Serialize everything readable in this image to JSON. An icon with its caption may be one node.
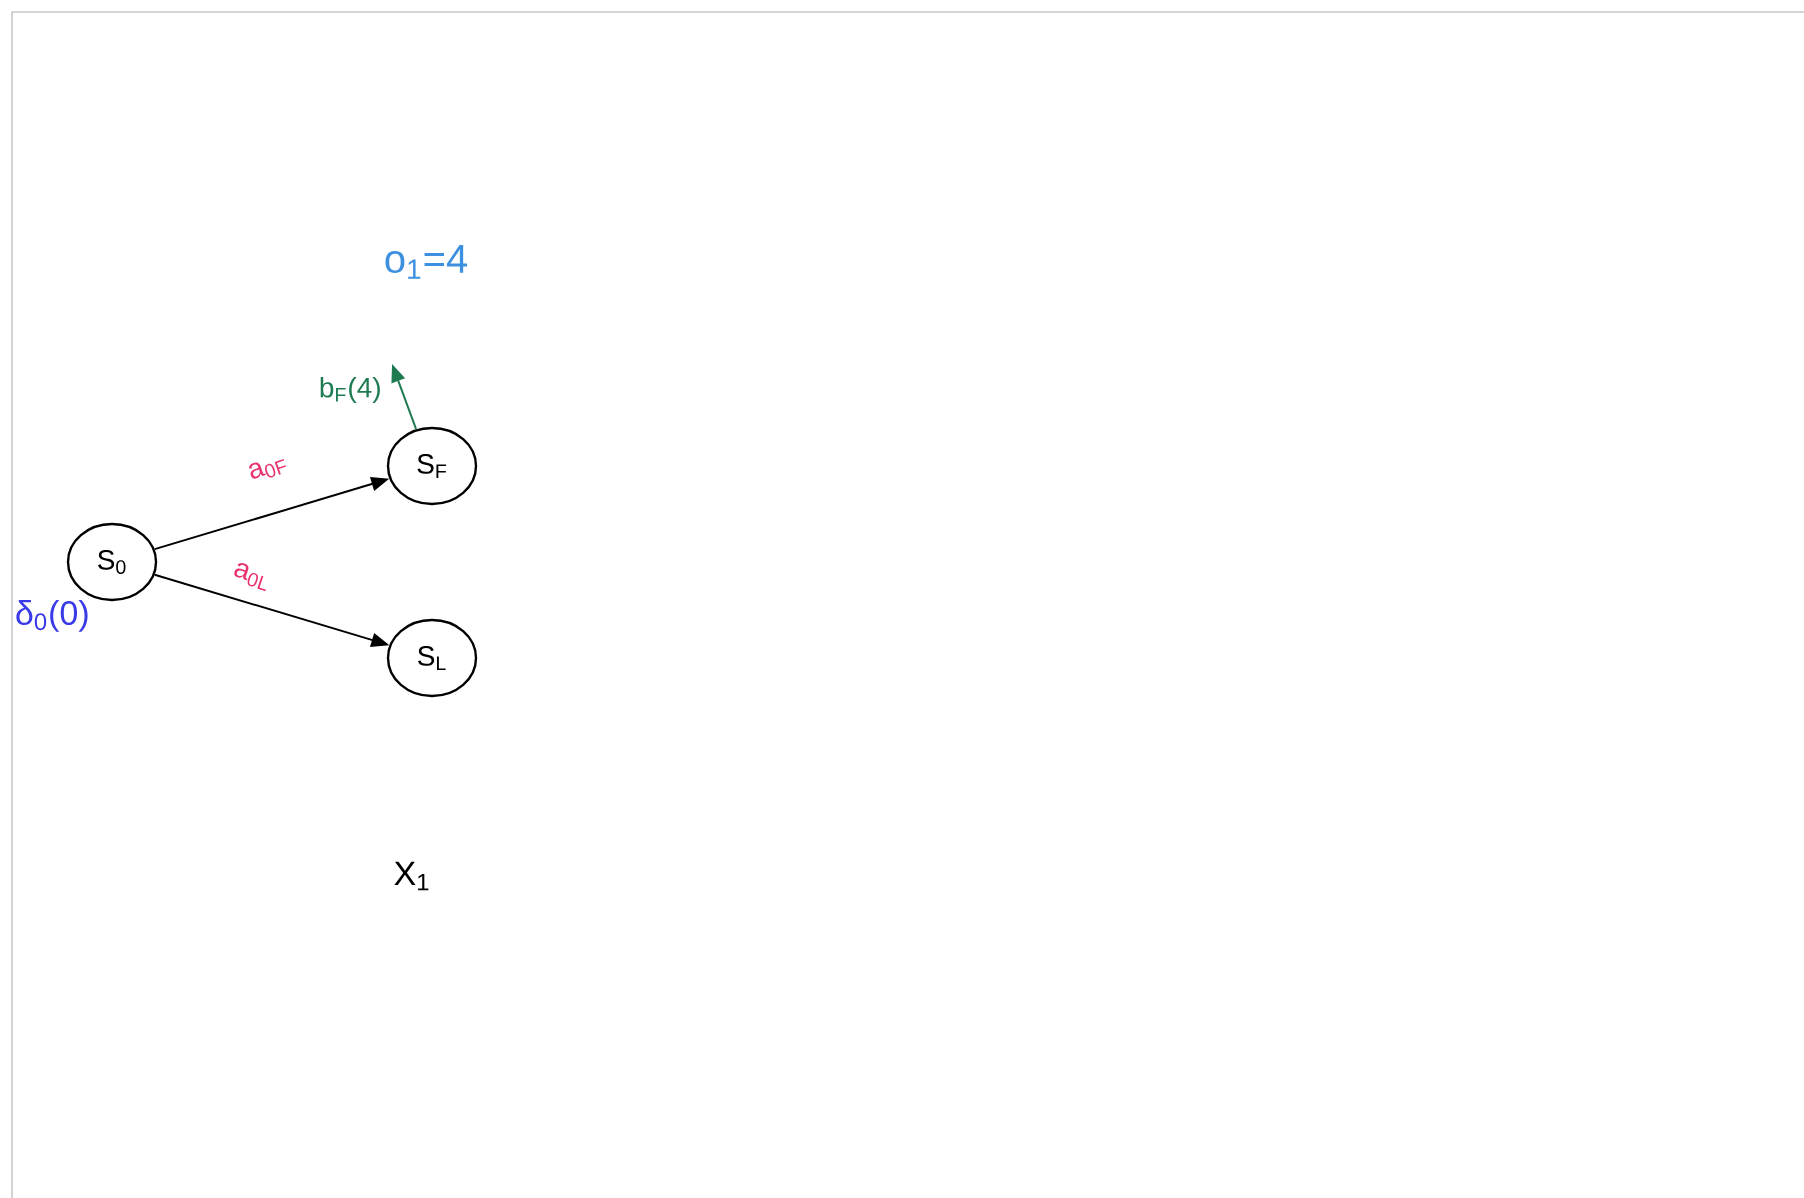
{
  "diagram": {
    "nodes": [
      {
        "text": [
          "S$_{0}$"
        ],
        "beside": [
          "δ$_{0}$(0)"
        ]
      },
      {
        "text": [
          "S$_{F}$"
        ]
      },
      {
        "text": [
          "S$_{L}$"
        ]
      }
    ],
    "edges": [
      {
        "from": 0,
        "to": 1,
        "arrow": "to",
        "label": "a$_{0F}$"
      },
      {
        "from": 0,
        "to": 2,
        "arrow": "to",
        "label": "a$_{0L}$"
      },
      {
        "from": 1,
        "to": null,
        "arrow": "to",
        "label": "b$_{F}$(4)",
        "color": "#1e7a50"
      }
    ],
    "labels": [
      "o$_{1}$=4",
      "X$_{1}$"
    ]
  }
}
